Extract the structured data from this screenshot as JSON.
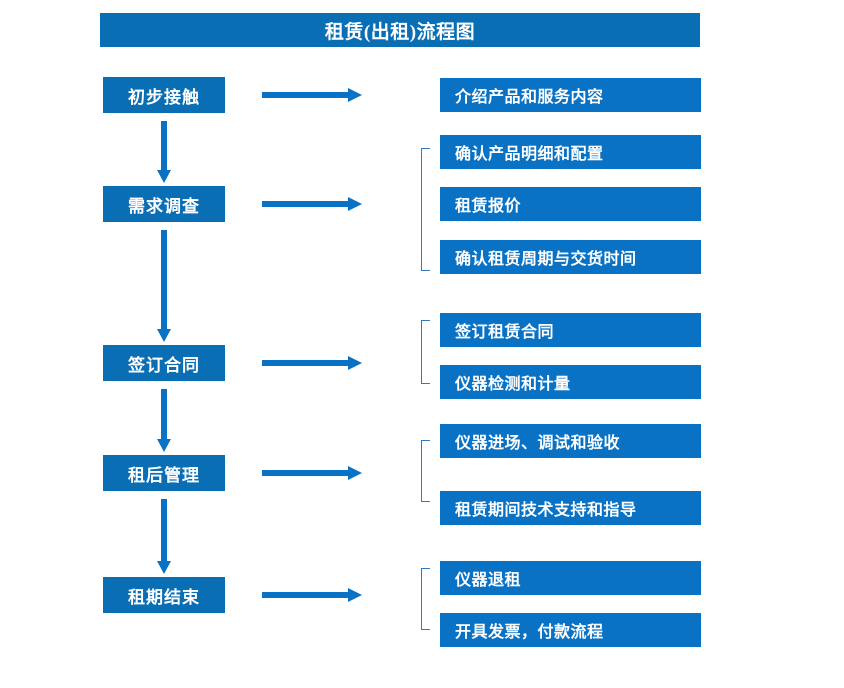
{
  "title": "租赁(出租)流程图",
  "colors": {
    "title_bar": "#0a6eb4",
    "stage_box": "#0a6eb4",
    "detail_box": "#0a72c4",
    "arrow": "#0a72c4",
    "bracket": "#2b7cc4",
    "text": "#ffffff",
    "background": "#ffffff"
  },
  "stages": [
    {
      "label": "初步接触"
    },
    {
      "label": "需求调查"
    },
    {
      "label": "签订合同"
    },
    {
      "label": "租后管理"
    },
    {
      "label": "租期结束"
    }
  ],
  "details": [
    {
      "label": "介绍产品和服务内容"
    },
    {
      "label": "确认产品明细和配置"
    },
    {
      "label": "租赁报价"
    },
    {
      "label": "确认租赁周期与交货时间"
    },
    {
      "label": "签订租赁合同"
    },
    {
      "label": "仪器检测和计量"
    },
    {
      "label": "仪器进场、调试和验收"
    },
    {
      "label": "租赁期间技术支持和指导"
    },
    {
      "label": "仪器退租"
    },
    {
      "label": "开具发票，付款流程"
    }
  ]
}
